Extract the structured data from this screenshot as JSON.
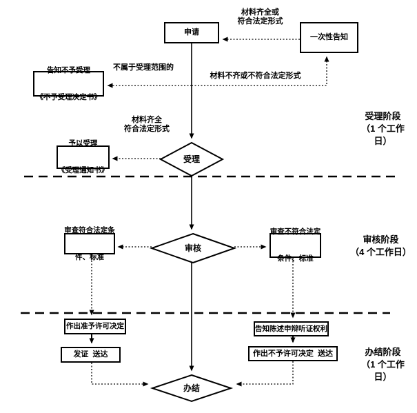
{
  "nodes": {
    "apply": {
      "label": "申请"
    },
    "once_notify": {
      "label": "一次性告知"
    },
    "reject": {
      "line1": "告知不予受理",
      "line2": "《不予受理决定书》"
    },
    "accept_grant": {
      "line1": "予以受理",
      "line2": "《受理通知书》"
    },
    "accept_diamond": {
      "label": "受理"
    },
    "review_diamond": {
      "label": "审核"
    },
    "complete_diamond": {
      "label": "办结"
    },
    "review_ok": {
      "line1": "审查符合法定条",
      "line2": "件、标准"
    },
    "review_fail": {
      "line1": "审查不符合法定",
      "line2": "条件、标准"
    },
    "grant_decision": {
      "label": "作出准予许可决定"
    },
    "issue_deliver": {
      "label": "发证  送达"
    },
    "notify_rights": {
      "label": "告知陈述申辩听证权利"
    },
    "deny_decision": {
      "label": "作出不予许可决定  送达"
    }
  },
  "edge_labels": {
    "complete_or_legal_1": "材料齐全或",
    "complete_or_legal_2": "符合法定形式",
    "not_in_scope": "不属于受理范围的",
    "incomplete_or_illegal": "材料不齐或不符合法定形式",
    "complete_legal_1": "材料齐全",
    "complete_legal_2": "符合法定形式"
  },
  "stages": {
    "stage1": {
      "line1": "受理阶段",
      "line2": "（1 个工作",
      "line3": "日）"
    },
    "stage2": {
      "line1": "审核阶段",
      "line2": "（4 个工作日）"
    },
    "stage3": {
      "line1": "办结阶段",
      "line2": "（1 个工作",
      "line3": "日）"
    }
  },
  "colors": {
    "line": "#000000",
    "background": "#ffffff"
  }
}
